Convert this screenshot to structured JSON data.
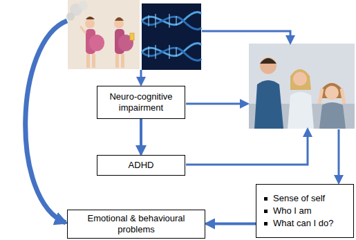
{
  "diagram": {
    "nodes": [
      {
        "text": [
          "Neuro-cognitive impairment"
        ]
      },
      {
        "text": [
          "ADHD"
        ]
      },
      {
        "text": [
          "Sense of self",
          "Who I am",
          "What can I do?"
        ]
      },
      {
        "text": [
          "Emotional & behavioural problems"
        ]
      }
    ],
    "edges": [
      {
        "from": 0,
        "to": 1,
        "arrow": "to"
      },
      {
        "from": 2,
        "to": 3,
        "arrow": "to"
      }
    ]
  }
}
